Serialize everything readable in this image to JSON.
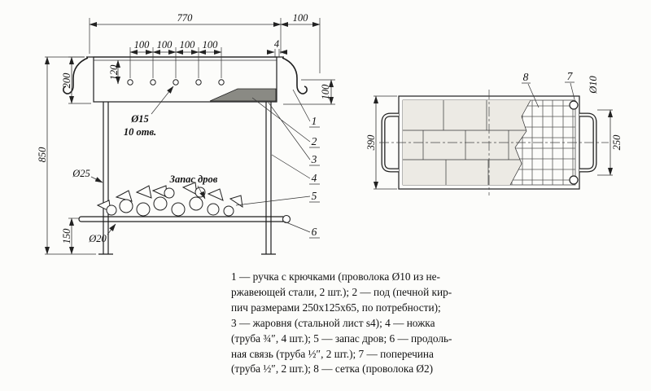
{
  "front_view": {
    "dims": {
      "d770": "770",
      "d100_top": "100",
      "d100_spacing": "100",
      "d4": "4",
      "d120": "120",
      "d200": "200",
      "d850": "850",
      "d100_right": "100",
      "d150": "150"
    },
    "labels": {
      "dia15": "Ø15",
      "holes_count": "10 отв.",
      "dia25": "Ø25",
      "dia20": "Ø20",
      "firewood": "Запас дров"
    },
    "callouts": {
      "c1": "1",
      "c2": "2",
      "c3": "3",
      "c4": "4",
      "c5": "5",
      "c6": "6"
    }
  },
  "top_view": {
    "dims": {
      "d390": "390",
      "d250": "250",
      "dia10": "Ø10"
    },
    "callouts": {
      "c7": "7",
      "c8": "8"
    }
  },
  "legend": {
    "lines": [
      "1 — ручка с крючками (проволока Ø10 из не-",
      "ржавеющей стали, 2 шт.); 2 — под (печной кир-",
      "пич размерами 250х125х65, по потребности);",
      "3 — жаровня (стальной лист s4); 4 — ножка",
      "(труба ¾″, 4 шт.); 5 — запас дров; 6 — продоль-",
      "ная связь (труба ½″, 2 шт.); 7 — поперечина",
      "(труба ½″, 2 шт.); 8 — сетка (проволока Ø2)"
    ]
  }
}
